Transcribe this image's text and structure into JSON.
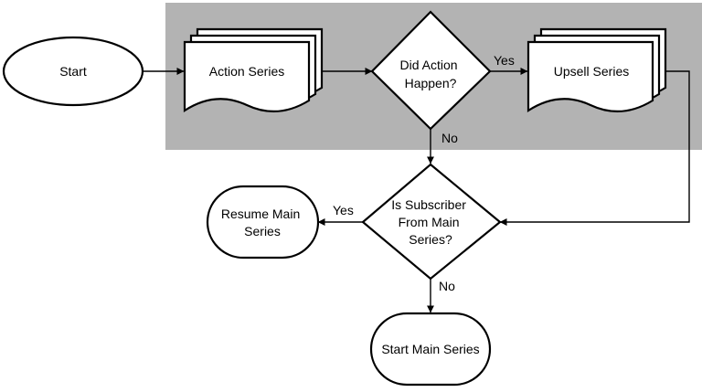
{
  "diagram": {
    "colors": {
      "group_fill": "#b3b3b3",
      "node_fill": "#ffffff",
      "stroke": "#000000"
    },
    "nodes": {
      "start": "Start",
      "action_series": "Action Series",
      "did_action_happen": [
        "Did Action",
        "Happen?"
      ],
      "upsell_series": "Upsell Series",
      "is_subscriber": [
        "Is Subscriber",
        "From Main",
        "Series?"
      ],
      "resume_main_series": [
        "Resume Main",
        "Series"
      ],
      "start_main_series": "Start Main Series"
    },
    "edge_labels": {
      "did_action_yes": "Yes",
      "did_action_no": "No",
      "subscriber_yes": "Yes",
      "subscriber_no": "No"
    }
  }
}
